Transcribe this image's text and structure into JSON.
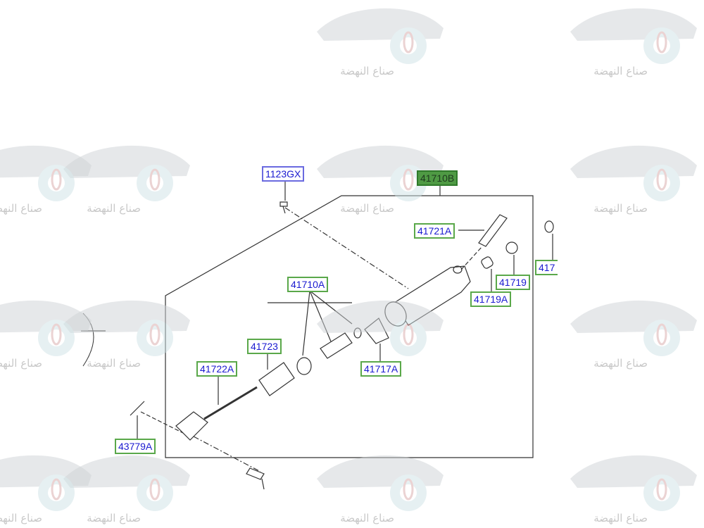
{
  "watermark": {
    "text": "صناع النهضة"
  },
  "labels": {
    "l1123GX": "1123GX",
    "l41710B": "41710B",
    "l41721A": "41721A",
    "l41719": "41719",
    "l41719A": "41719A",
    "l417cut": "417",
    "l41710A": "41710A",
    "l41723": "41723",
    "l41717A": "41717A",
    "l41722A": "41722A",
    "l43779A": "43779A"
  }
}
